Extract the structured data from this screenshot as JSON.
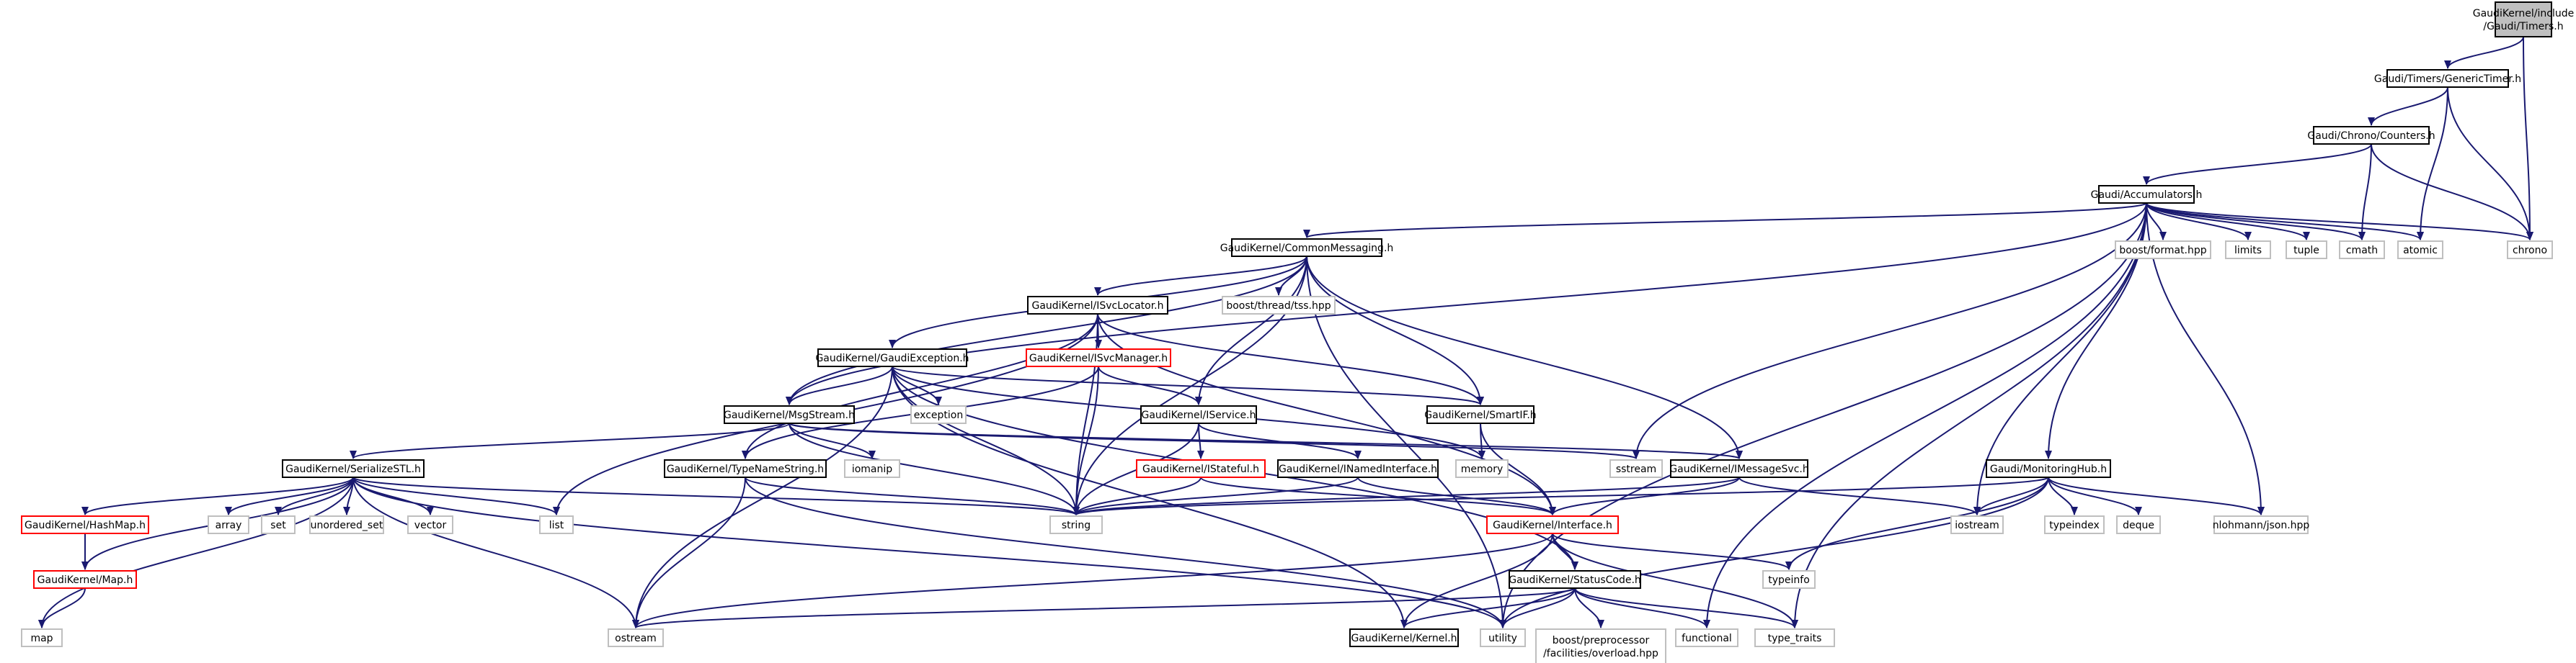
{
  "colors": {
    "edge": "#191970",
    "border_documented": "#000000",
    "border_undocumented": "#bfbfbf",
    "border_truncated": "#ff0000",
    "fill_root": "#bfbfbf",
    "fill_default": "#ffffff",
    "background": "#ffffff"
  },
  "nodes": [
    {
      "id": "root",
      "lines": [
        "GaudiKernel/include",
        "/Gaudi/Timers.h"
      ],
      "style": "root"
    },
    {
      "id": "generictimer",
      "lines": [
        "Gaudi/Timers/GenericTimer.h"
      ],
      "style": "doc"
    },
    {
      "id": "counters",
      "lines": [
        "Gaudi/Chrono/Counters.h"
      ],
      "style": "doc"
    },
    {
      "id": "accumulators",
      "lines": [
        "Gaudi/Accumulators.h"
      ],
      "style": "doc"
    },
    {
      "id": "chrono",
      "lines": [
        "chrono"
      ],
      "style": "ext"
    },
    {
      "id": "atomic",
      "lines": [
        "atomic"
      ],
      "style": "ext"
    },
    {
      "id": "cmath",
      "lines": [
        "cmath"
      ],
      "style": "ext"
    },
    {
      "id": "tuple",
      "lines": [
        "tuple"
      ],
      "style": "ext"
    },
    {
      "id": "limits",
      "lines": [
        "limits"
      ],
      "style": "ext"
    },
    {
      "id": "boostformat",
      "lines": [
        "boost/format.hpp"
      ],
      "style": "ext"
    },
    {
      "id": "commonmessaging",
      "lines": [
        "GaudiKernel/CommonMessaging.h"
      ],
      "style": "doc"
    },
    {
      "id": "tss",
      "lines": [
        "boost/thread/tss.hpp"
      ],
      "style": "ext"
    },
    {
      "id": "isvclocator",
      "lines": [
        "GaudiKernel/ISvcLocator.h"
      ],
      "style": "doc"
    },
    {
      "id": "isvcmanager",
      "lines": [
        "GaudiKernel/ISvcManager.h"
      ],
      "style": "trunc"
    },
    {
      "id": "gaudiexception",
      "lines": [
        "GaudiKernel/GaudiException.h"
      ],
      "style": "doc"
    },
    {
      "id": "exception",
      "lines": [
        "exception"
      ],
      "style": "ext"
    },
    {
      "id": "smartif",
      "lines": [
        "GaudiKernel/SmartIF.h"
      ],
      "style": "doc"
    },
    {
      "id": "msgstream",
      "lines": [
        "GaudiKernel/MsgStream.h"
      ],
      "style": "doc"
    },
    {
      "id": "iservice",
      "lines": [
        "GaudiKernel/IService.h"
      ],
      "style": "doc"
    },
    {
      "id": "memory",
      "lines": [
        "memory"
      ],
      "style": "ext"
    },
    {
      "id": "sstream",
      "lines": [
        "sstream"
      ],
      "style": "ext"
    },
    {
      "id": "imessagesvc",
      "lines": [
        "GaudiKernel/IMessageSvc.h"
      ],
      "style": "doc"
    },
    {
      "id": "iomanip",
      "lines": [
        "iomanip"
      ],
      "style": "ext"
    },
    {
      "id": "serializestl",
      "lines": [
        "GaudiKernel/SerializeSTL.h"
      ],
      "style": "doc"
    },
    {
      "id": "typenamestring",
      "lines": [
        "GaudiKernel/TypeNameString.h"
      ],
      "style": "doc"
    },
    {
      "id": "istateful",
      "lines": [
        "GaudiKernel/IStateful.h"
      ],
      "style": "trunc"
    },
    {
      "id": "inamedinterface",
      "lines": [
        "GaudiKernel/INamedInterface.h"
      ],
      "style": "doc"
    },
    {
      "id": "monitoringhub",
      "lines": [
        "Gaudi/MonitoringHub.h"
      ],
      "style": "doc"
    },
    {
      "id": "hashmap",
      "lines": [
        "GaudiKernel/HashMap.h"
      ],
      "style": "trunc"
    },
    {
      "id": "array",
      "lines": [
        "array"
      ],
      "style": "ext"
    },
    {
      "id": "set",
      "lines": [
        "set"
      ],
      "style": "ext"
    },
    {
      "id": "unordered_set",
      "lines": [
        "unordered_set"
      ],
      "style": "ext"
    },
    {
      "id": "vector",
      "lines": [
        "vector"
      ],
      "style": "ext"
    },
    {
      "id": "list",
      "lines": [
        "list"
      ],
      "style": "ext"
    },
    {
      "id": "string",
      "lines": [
        "string"
      ],
      "style": "ext"
    },
    {
      "id": "interface",
      "lines": [
        "GaudiKernel/Interface.h"
      ],
      "style": "trunc"
    },
    {
      "id": "iostream",
      "lines": [
        "iostream"
      ],
      "style": "ext"
    },
    {
      "id": "typeindex",
      "lines": [
        "typeindex"
      ],
      "style": "ext"
    },
    {
      "id": "deque",
      "lines": [
        "deque"
      ],
      "style": "ext"
    },
    {
      "id": "json",
      "lines": [
        "nlohmann/json.hpp"
      ],
      "style": "ext"
    },
    {
      "id": "map_h",
      "lines": [
        "GaudiKernel/Map.h"
      ],
      "style": "trunc"
    },
    {
      "id": "typeinfo",
      "lines": [
        "typeinfo"
      ],
      "style": "ext"
    },
    {
      "id": "statuscode",
      "lines": [
        "GaudiKernel/StatusCode.h"
      ],
      "style": "doc"
    },
    {
      "id": "map",
      "lines": [
        "map"
      ],
      "style": "ext"
    },
    {
      "id": "ostream",
      "lines": [
        "ostream"
      ],
      "style": "ext"
    },
    {
      "id": "kernel",
      "lines": [
        "GaudiKernel/Kernel.h"
      ],
      "style": "doc"
    },
    {
      "id": "utility",
      "lines": [
        "utility"
      ],
      "style": "ext"
    },
    {
      "id": "boostpp",
      "lines": [
        "boost/preprocessor",
        "/facilities/overload.hpp"
      ],
      "style": "ext"
    },
    {
      "id": "functional",
      "lines": [
        "functional"
      ],
      "style": "ext"
    },
    {
      "id": "type_traits",
      "lines": [
        "type_traits"
      ],
      "style": "ext"
    }
  ],
  "edges": [
    [
      "root",
      "generictimer"
    ],
    [
      "root",
      "chrono"
    ],
    [
      "generictimer",
      "counters"
    ],
    [
      "generictimer",
      "atomic"
    ],
    [
      "generictimer",
      "chrono"
    ],
    [
      "counters",
      "accumulators"
    ],
    [
      "counters",
      "cmath"
    ],
    [
      "counters",
      "chrono"
    ],
    [
      "accumulators",
      "commonmessaging"
    ],
    [
      "accumulators",
      "msgstream"
    ],
    [
      "accumulators",
      "boostformat"
    ],
    [
      "accumulators",
      "limits"
    ],
    [
      "accumulators",
      "tuple"
    ],
    [
      "accumulators",
      "cmath"
    ],
    [
      "accumulators",
      "atomic"
    ],
    [
      "accumulators",
      "chrono"
    ],
    [
      "accumulators",
      "sstream"
    ],
    [
      "accumulators",
      "utility"
    ],
    [
      "accumulators",
      "iostream"
    ],
    [
      "accumulators",
      "monitoringhub"
    ],
    [
      "accumulators",
      "json"
    ],
    [
      "accumulators",
      "type_traits"
    ],
    [
      "accumulators",
      "functional"
    ],
    [
      "commonmessaging",
      "tss"
    ],
    [
      "commonmessaging",
      "isvclocator"
    ],
    [
      "commonmessaging",
      "gaudiexception"
    ],
    [
      "commonmessaging",
      "msgstream"
    ],
    [
      "commonmessaging",
      "smartif"
    ],
    [
      "commonmessaging",
      "iservice"
    ],
    [
      "commonmessaging",
      "imessagesvc"
    ],
    [
      "commonmessaging",
      "string"
    ],
    [
      "commonmessaging",
      "utility"
    ],
    [
      "isvclocator",
      "isvcmanager"
    ],
    [
      "isvclocator",
      "smartif"
    ],
    [
      "isvclocator",
      "list"
    ],
    [
      "isvclocator",
      "string"
    ],
    [
      "isvclocator",
      "interface"
    ],
    [
      "isvclocator",
      "typenamestring"
    ],
    [
      "isvcmanager",
      "iservice"
    ],
    [
      "isvcmanager",
      "typenamestring"
    ],
    [
      "isvcmanager",
      "string"
    ],
    [
      "gaudiexception",
      "exception"
    ],
    [
      "gaudiexception",
      "msgstream"
    ],
    [
      "gaudiexception",
      "string"
    ],
    [
      "gaudiexception",
      "ostream"
    ],
    [
      "gaudiexception",
      "smartif"
    ],
    [
      "gaudiexception",
      "memory"
    ],
    [
      "gaudiexception",
      "kernel"
    ],
    [
      "gaudiexception",
      "statuscode"
    ],
    [
      "smartif",
      "interface"
    ],
    [
      "smartif",
      "memory"
    ],
    [
      "msgstream",
      "serializestl"
    ],
    [
      "msgstream",
      "iomanip"
    ],
    [
      "msgstream",
      "sstream"
    ],
    [
      "msgstream",
      "string"
    ],
    [
      "msgstream",
      "imessagesvc"
    ],
    [
      "iservice",
      "istateful"
    ],
    [
      "iservice",
      "inamedinterface"
    ],
    [
      "iservice",
      "string"
    ],
    [
      "imessagesvc",
      "interface"
    ],
    [
      "imessagesvc",
      "iostream"
    ],
    [
      "imessagesvc",
      "string"
    ],
    [
      "serializestl",
      "hashmap"
    ],
    [
      "serializestl",
      "array"
    ],
    [
      "serializestl",
      "set"
    ],
    [
      "serializestl",
      "unordered_set"
    ],
    [
      "serializestl",
      "vector"
    ],
    [
      "serializestl",
      "list"
    ],
    [
      "serializestl",
      "string"
    ],
    [
      "serializestl",
      "map"
    ],
    [
      "serializestl",
      "ostream"
    ],
    [
      "serializestl",
      "utility"
    ],
    [
      "serializestl",
      "map_h"
    ],
    [
      "hashmap",
      "map_h"
    ],
    [
      "map_h",
      "map"
    ],
    [
      "typenamestring",
      "string"
    ],
    [
      "typenamestring",
      "ostream"
    ],
    [
      "typenamestring",
      "utility"
    ],
    [
      "istateful",
      "interface"
    ],
    [
      "istateful",
      "string"
    ],
    [
      "inamedinterface",
      "interface"
    ],
    [
      "inamedinterface",
      "string"
    ],
    [
      "interface",
      "statuscode"
    ],
    [
      "interface",
      "typeinfo"
    ],
    [
      "interface",
      "kernel"
    ],
    [
      "interface",
      "ostream"
    ],
    [
      "interface",
      "type_traits"
    ],
    [
      "statuscode",
      "kernel"
    ],
    [
      "statuscode",
      "ostream"
    ],
    [
      "statuscode",
      "utility"
    ],
    [
      "statuscode",
      "boostpp"
    ],
    [
      "statuscode",
      "functional"
    ],
    [
      "statuscode",
      "type_traits"
    ],
    [
      "monitoringhub",
      "string"
    ],
    [
      "monitoringhub",
      "iostream"
    ],
    [
      "monitoringhub",
      "typeindex"
    ],
    [
      "monitoringhub",
      "deque"
    ],
    [
      "monitoringhub",
      "json"
    ],
    [
      "monitoringhub",
      "typeinfo"
    ],
    [
      "monitoringhub",
      "utility"
    ]
  ]
}
